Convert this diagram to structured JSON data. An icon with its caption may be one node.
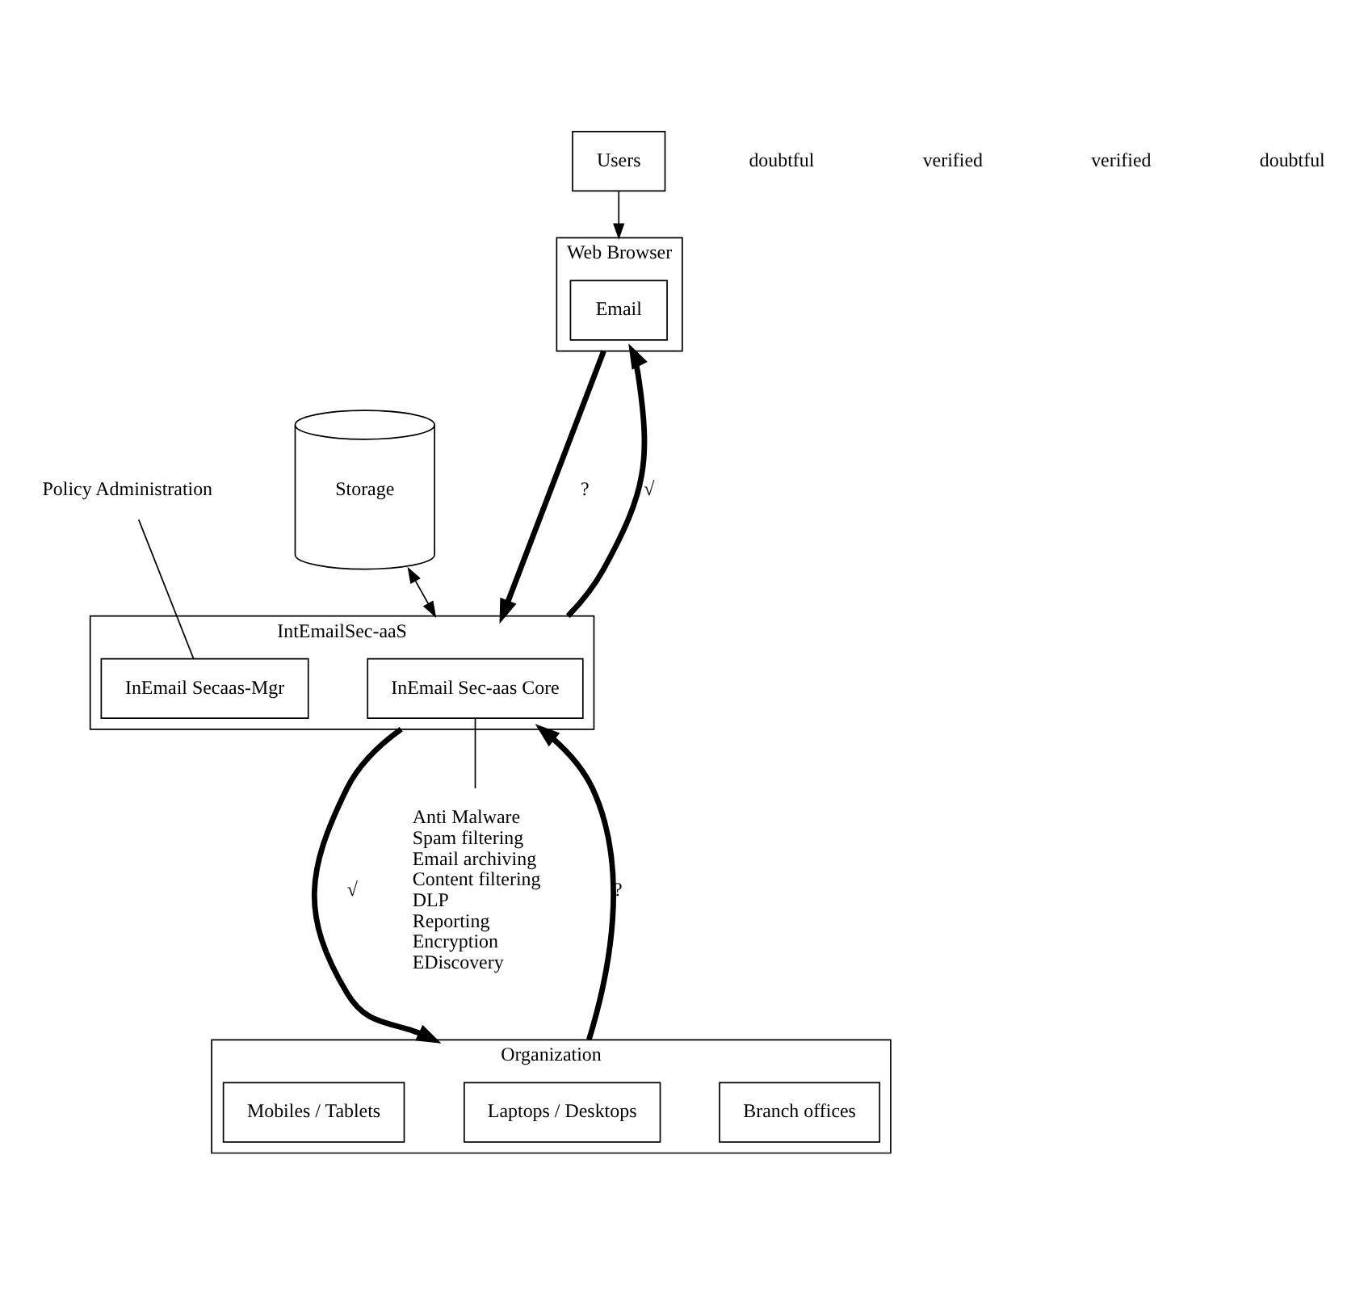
{
  "diagram": {
    "nodes": [
      {
        "text": [
          "Web Browser"
        ]
      },
      {
        "text": [
          "Email"
        ],
        "in": 0
      },
      {
        "text": [
          "Users"
        ]
      },
      {
        "text": [
          "IntEmailSec-aaS"
        ]
      },
      {
        "text": [
          "InEmail Secaas-Mgr"
        ],
        "in": 3
      },
      {
        "text": [
          "InEmail Sec-aas Core"
        ],
        "in": 3
      },
      {
        "text": [
          "Policy Administration"
        ]
      },
      {
        "text": [
          "Storage"
        ]
      },
      {
        "text": [
          "Organization"
        ]
      },
      {
        "text": [
          "Branch offices"
        ],
        "in": 8
      },
      {
        "text": [
          "Laptops / Desktops"
        ],
        "in": 8
      },
      {
        "text": [
          "Mobiles / Tablets"
        ],
        "in": 8
      },
      {
        "text": [
          "Anti Malware",
          "Spam filtering",
          "Email archiving",
          "Content filtering",
          "DLP",
          "Reporting",
          "Encryption",
          "EDiscovery"
        ]
      }
    ],
    "edges": [
      {
        "from": 2,
        "to": 0,
        "arrow": "to"
      },
      {
        "from": 0,
        "to": 3,
        "arrow": "to",
        "label": "?",
        "style": "thick"
      },
      {
        "from": 3,
        "to": 0,
        "arrow": "to",
        "label": "√",
        "style": "thick"
      },
      {
        "from": 6,
        "to": 4,
        "arrow": "none"
      },
      {
        "from": 5,
        "to": 12,
        "arrow": "none"
      },
      {
        "from": 7,
        "to": 3,
        "arrow": "both"
      },
      {
        "from": 3,
        "to": 8,
        "arrow": "to",
        "label": "√",
        "style": "thick"
      },
      {
        "from": 8,
        "to": 3,
        "arrow": "to",
        "label": "?",
        "style": "thick"
      }
    ],
    "labels": [
      "doubtful",
      "verified",
      "verified",
      "doubtful"
    ]
  }
}
